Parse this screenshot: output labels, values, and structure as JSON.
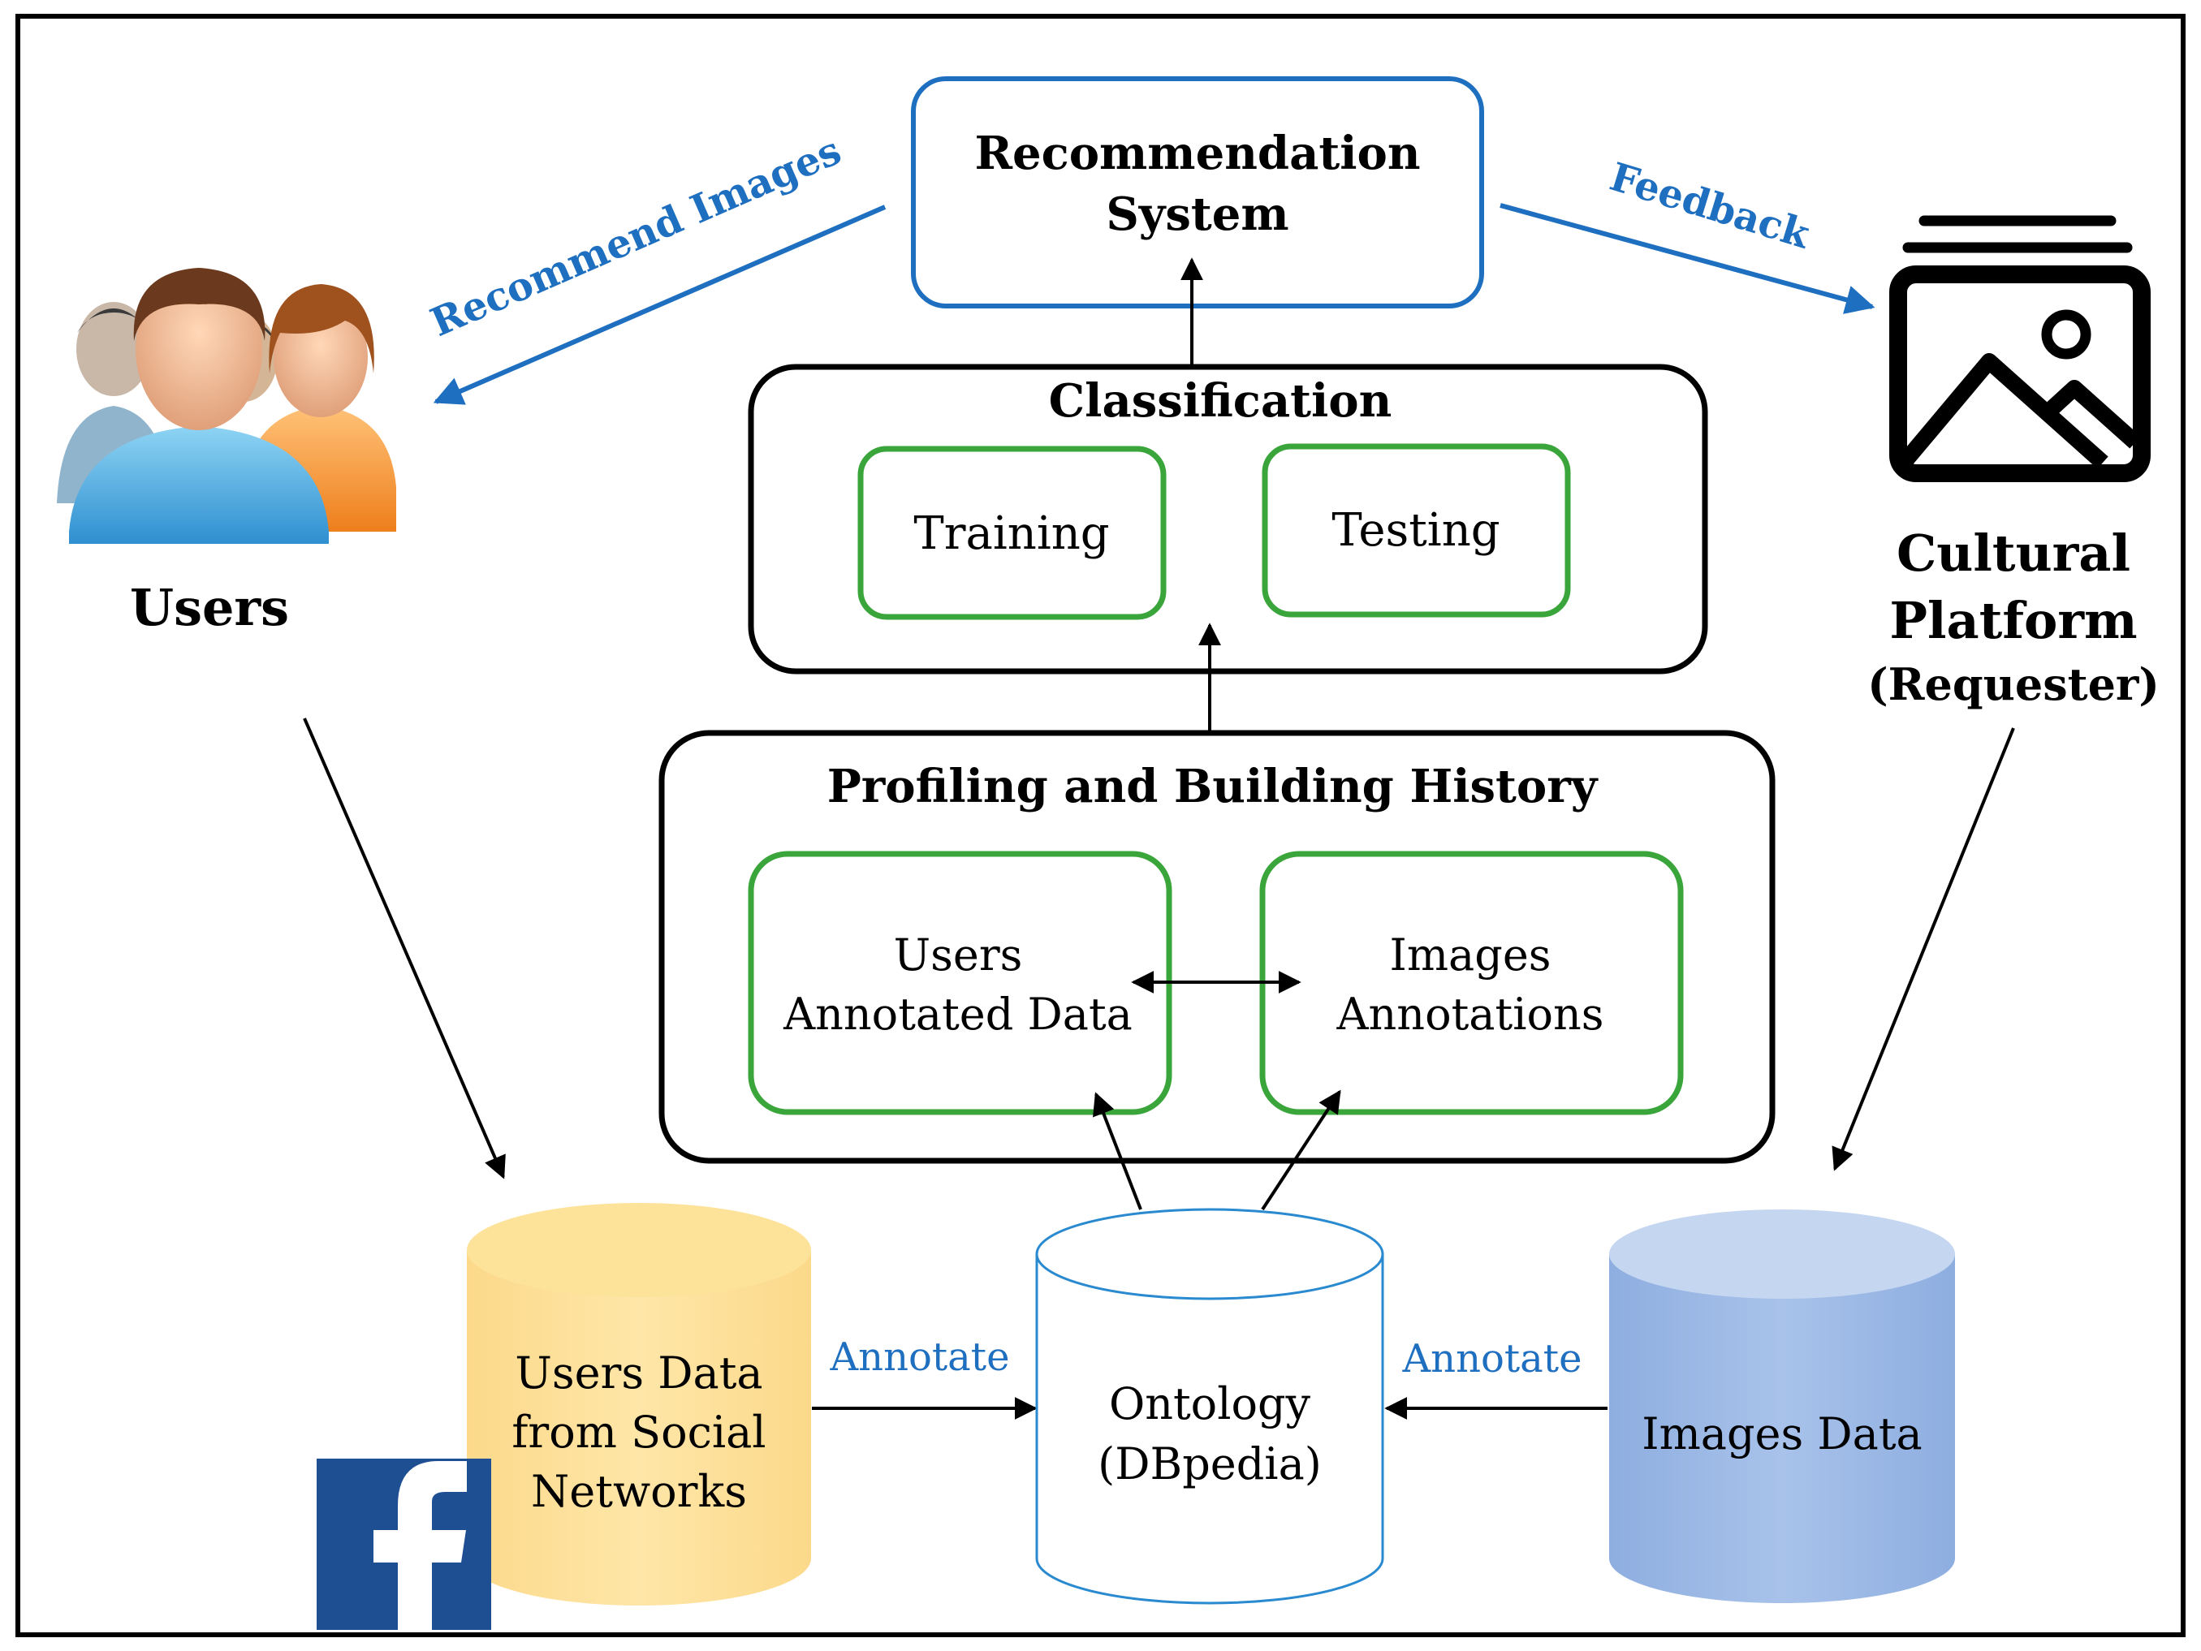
{
  "recommendation_system": {
    "line1": "Recommendation",
    "line2": "System"
  },
  "classification": {
    "title": "Classification",
    "training": "Training",
    "testing": "Testing"
  },
  "profiling": {
    "title": "Profiling and Building History",
    "users_annotated": {
      "line1": "Users",
      "line2": "Annotated Data"
    },
    "images_annotations": {
      "line1": "Images",
      "line2": "Annotations"
    }
  },
  "users": {
    "label": "Users"
  },
  "cultural_platform": {
    "line1": "Cultural",
    "line2": "Platform",
    "line3": "(Requester)"
  },
  "edges": {
    "recommend_images": "Recommend Images",
    "feedback": "Feedback",
    "annotate_left": "Annotate",
    "annotate_right": "Annotate"
  },
  "databases": {
    "users_data": {
      "line1": "Users Data",
      "line2": "from Social",
      "line3": "Networks"
    },
    "ontology": {
      "line1": "Ontology",
      "line2": "(DBpedia)"
    },
    "images_data": {
      "line1": "Images Data"
    }
  },
  "icons": {
    "users": "users-group-icon",
    "platform": "image-gallery-icon",
    "social": "facebook-logo-icon"
  },
  "colors": {
    "blue": "#1f6fc0",
    "green": "#3aa53a",
    "yellow_db": "#fde29a",
    "blue_db": "#9bb9e4",
    "facebook": "#1f4f93"
  }
}
